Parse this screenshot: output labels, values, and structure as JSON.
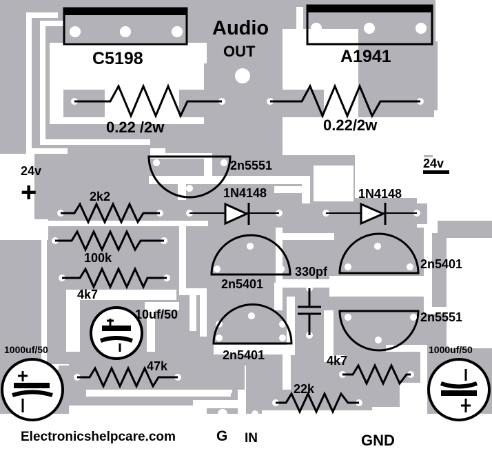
{
  "labels": {
    "transistor_left": "C5198",
    "transistor_right": "A1941",
    "audio": "Audio",
    "out": "OUT",
    "res_top_left": "0.22 /2w",
    "res_top_right": "0.22/2w",
    "supply_left": "24v",
    "supply_left_sign": "+",
    "supply_right": "24v",
    "q_top": "2n5551",
    "d_left": "1N4148",
    "d_right": "1N4148",
    "r_2k2": "2k2",
    "r_100k": "100k",
    "r_4k7_left": "4k7",
    "q_mid_left": "2n5401",
    "cap_330": "330pf",
    "q_right": "2n5401",
    "cap_10uf": "10uf/50",
    "q_low_left": "2n5401",
    "q_low_right": "2n5551",
    "cap_big_left": "1000uf/50",
    "cap_big_right": "1000uf/50",
    "r_47k": "47k",
    "r_4k7_right": "4k7",
    "r_22k": "22k",
    "site": "Electronicshelpcare.com",
    "g": "G",
    "in": "IN",
    "gnd": "GND"
  },
  "colors": {
    "board": "#b3b2b8",
    "copper": "#ffffff",
    "ink": "#000000"
  }
}
